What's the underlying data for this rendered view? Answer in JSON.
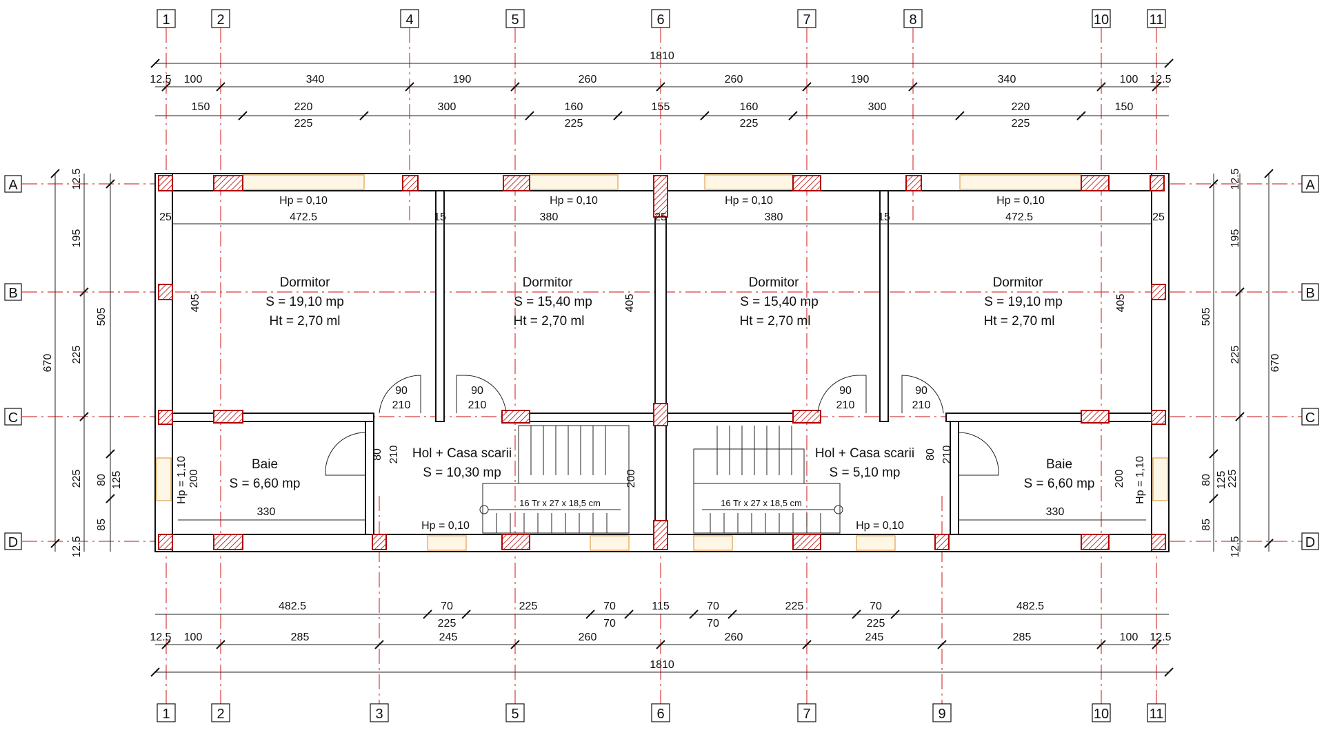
{
  "axes_vertical": [
    {
      "id": "1",
      "top": true,
      "bottom": true
    },
    {
      "id": "2",
      "top": true,
      "bottom": true
    },
    {
      "id": "3",
      "top": false,
      "bottom": true
    },
    {
      "id": "4",
      "top": true,
      "bottom": false
    },
    {
      "id": "5",
      "top": true,
      "bottom": true
    },
    {
      "id": "6",
      "top": true,
      "bottom": true
    },
    {
      "id": "7",
      "top": true,
      "bottom": true
    },
    {
      "id": "8",
      "top": true,
      "bottom": false
    },
    {
      "id": "9",
      "top": false,
      "bottom": true
    },
    {
      "id": "10",
      "top": true,
      "bottom": true
    },
    {
      "id": "11",
      "top": true,
      "bottom": true
    }
  ],
  "axes_horizontal": [
    "A",
    "B",
    "C",
    "D"
  ],
  "dims_top": {
    "overall": "1810",
    "row1": [
      "12.5",
      "100",
      "340",
      "190",
      "260",
      "260",
      "190",
      "340",
      "100",
      "12.5"
    ],
    "row2_upper": [
      "150",
      "220",
      "300",
      "160",
      "155",
      "160",
      "300",
      "220",
      "150"
    ],
    "row2_lower": [
      "225",
      "225",
      "225",
      "225"
    ]
  },
  "dims_bottom": {
    "row1_upper": [
      "482.5",
      "70",
      "225",
      "70",
      "115",
      "70",
      "225",
      "70",
      "482.5"
    ],
    "row1_lower": [
      "225",
      "70",
      "70",
      "225"
    ],
    "row2": [
      "12.5",
      "100",
      "285",
      "245",
      "260",
      "260",
      "245",
      "285",
      "100",
      "12.5"
    ],
    "overall": "1810"
  },
  "dims_left": {
    "outer": "670",
    "mid": [
      "505"
    ],
    "inner": [
      "12.5",
      "195",
      "225",
      "225",
      "85",
      "12.5"
    ],
    "window": [
      "80",
      "125"
    ]
  },
  "dims_right": {
    "outer": "670",
    "mid": [
      "505"
    ],
    "inner": [
      "12.5",
      "195",
      "225",
      "225",
      "85",
      "12.5"
    ],
    "window": [
      "80",
      "125"
    ]
  },
  "interior_dims": {
    "widths": [
      "472.5",
      "380",
      "380",
      "472.5"
    ],
    "wall_25": "25",
    "wall_15": "15",
    "height_405": "405",
    "baie_width": "330",
    "baie_height": "200",
    "hol_height": "200",
    "door_90": "90",
    "door_210": "210",
    "door_80": "80"
  },
  "window_labels": {
    "hp_010": "Hp = 0,10",
    "hp_110": "Hp = 1,10"
  },
  "rooms": [
    {
      "name": "Dormitor",
      "area": "S = 19,10 mp",
      "height": "Ht = 2,70 ml"
    },
    {
      "name": "Dormitor",
      "area": "S = 15,40 mp",
      "height": "Ht = 2,70 ml"
    },
    {
      "name": "Dormitor",
      "area": "S = 15,40 mp",
      "height": "Ht = 2,70 ml"
    },
    {
      "name": "Dormitor",
      "area": "S = 19,10 mp",
      "height": "Ht = 2,70 ml"
    },
    {
      "name": "Baie",
      "area": "S = 6,60 mp"
    },
    {
      "name": "Hol + Casa scarii",
      "area": "S = 10,30 mp"
    },
    {
      "name": "Hol + Casa scarii",
      "area": "S = 5,10 mp"
    },
    {
      "name": "Baie",
      "area": "S = 6,60 mp"
    }
  ],
  "stairs_label": "16 Tr x 27 x 18,5 cm",
  "colors": {
    "axis": "#d83a3a",
    "hatch": "#b00000",
    "window": "#e7b26c",
    "wall": "#111111"
  }
}
